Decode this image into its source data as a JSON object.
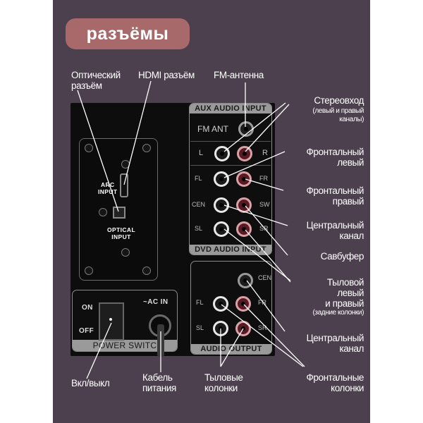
{
  "title": "разъёмы",
  "colors": {
    "background": "#4c3f4e",
    "title_pill": "#a7696a",
    "device": "#0d0d0d",
    "label_text": "#ffffff"
  },
  "callouts": {
    "optical": [
      "Оптический",
      "разъём"
    ],
    "hdmi": "HDMI разъём",
    "fm": "FM-антенна",
    "stereo_in": "Стереовход",
    "stereo_in_note": [
      "(левый и правый",
      "каналы)"
    ],
    "front_left": [
      "Фронтальный",
      "левый"
    ],
    "front_right": [
      "Фронтальный",
      "правый"
    ],
    "center": [
      "Центральный",
      "канал"
    ],
    "subwoofer": "Савбуфер",
    "rear": [
      "Тыловой",
      "левый",
      "и правый"
    ],
    "rear_note": "(задние колонки)",
    "center_out": [
      "Центральный",
      "канал"
    ],
    "power": "Вкл/выкл",
    "cable": [
      "Кабель",
      "питания"
    ],
    "rear_speakers": [
      "Тыловые",
      "колонки"
    ],
    "front_speakers": [
      "Фронтальные",
      "колонки"
    ]
  },
  "device": {
    "arc_input": [
      "ARC",
      "INPUT"
    ],
    "optical_input": [
      "OPTICAL",
      "INPUT"
    ],
    "aux_label": "AUX AUDIO INPUT",
    "dvd_label": "DVD AUDIO INPUT",
    "output_label": "AUDIO OUTPUT",
    "power_label": "POWER SWITC",
    "on": "ON",
    "off": "OFF",
    "ac_in": "~AC IN",
    "fm_ant": "FM ANT",
    "jack_labels": {
      "L": "L",
      "R": "R",
      "FL": "FL",
      "FR": "FR",
      "CEN": "CEN",
      "SW": "SW",
      "SL": "SL",
      "SR": "SR"
    }
  }
}
